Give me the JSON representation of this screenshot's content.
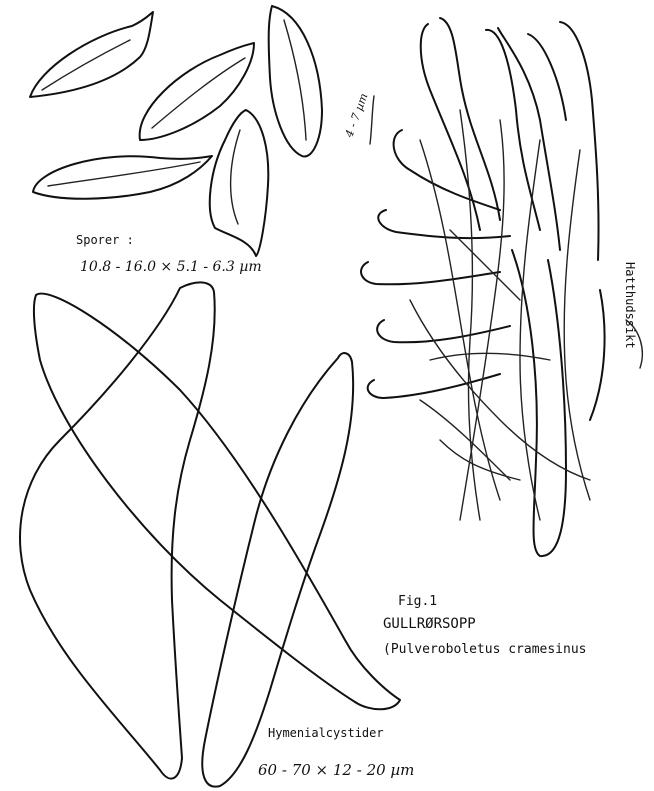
{
  "spores": {
    "label": "Sporer  :",
    "size": "10.8 - 16.0 × 5.1 - 6.3 µm"
  },
  "cuticle": {
    "label": "Hatthudssikt",
    "hyphae_width": "4 - 7 µm"
  },
  "cystidia": {
    "label": "Hymenialcystider",
    "size": "60 - 70 × 12 - 20 µm"
  },
  "figure": {
    "number": "Fig.1",
    "species_common": "GULLRØRSOPP",
    "species_latin": "(Pulveroboletus cramesinus"
  }
}
